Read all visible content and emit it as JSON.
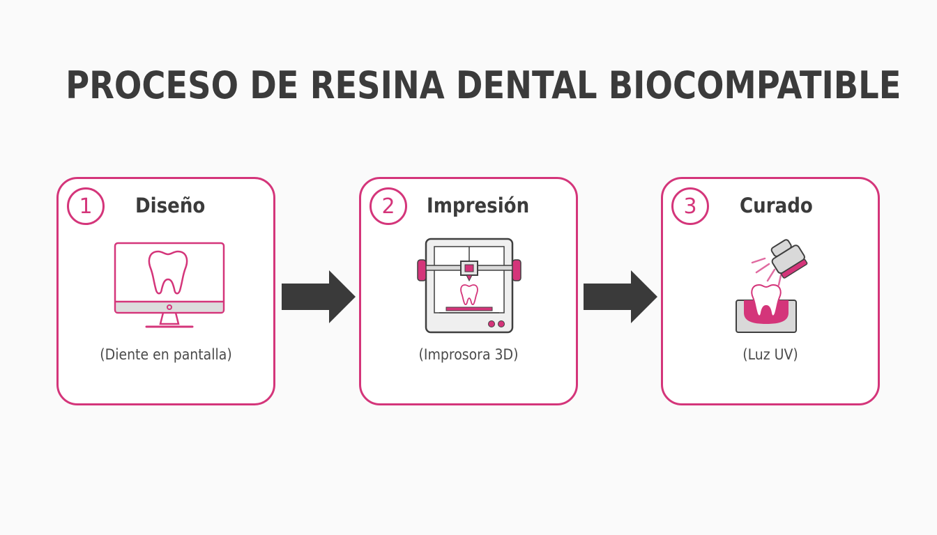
{
  "title": "PROCESO DE RESINA DENTAL BIOCOMPATIBLE",
  "colors": {
    "accent": "#d4357a",
    "text": "#3b3b3b",
    "arrow": "#3a3a3a",
    "icon_gray": "#d9d9d9"
  },
  "steps": [
    {
      "number": "1",
      "title": "Diseño",
      "caption": "(Diente en pantalla)",
      "icon": "monitor-tooth-icon"
    },
    {
      "number": "2",
      "title": "Impresión",
      "caption": "(Improsora 3D)",
      "icon": "3d-printer-icon"
    },
    {
      "number": "3",
      "title": "Curado",
      "caption": "(Luz UV)",
      "icon": "uv-lamp-icon"
    }
  ],
  "arrows": [
    "right-arrow-icon",
    "right-arrow-icon"
  ]
}
